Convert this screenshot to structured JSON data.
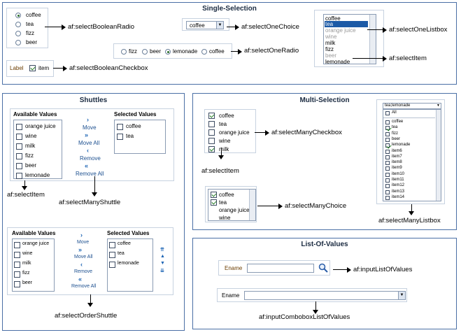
{
  "single": {
    "title": "Single-Selection",
    "radio_options": [
      "coffee",
      "tea",
      "fizz",
      "beer"
    ],
    "radio_caption": "af:selectBooleanRadio",
    "choice_value": "coffee",
    "choice_caption": "af:selectOneChoice",
    "listbox_items": [
      "coffee",
      "tea",
      "orange juice",
      "wine",
      "milk",
      "fizz",
      "beer",
      "lemonade"
    ],
    "listbox_caption": "af:selectOneListbox",
    "item_caption": "af:selectItem",
    "oneradio_options": [
      "fizz",
      "beer",
      "lemonade",
      "coffee"
    ],
    "oneradio_caption": "af:selectOneRadio",
    "checkbox_label": "Label",
    "checkbox_text": "item",
    "checkbox_caption": "af:selectBooleanCheckbox"
  },
  "shuttles": {
    "title": "Shuttles",
    "available_header": "Available Values",
    "selected_header": "Selected Values",
    "available": [
      "orange juice",
      "wine",
      "milk",
      "fizz",
      "beer",
      "lemonade"
    ],
    "selected": [
      "coffee",
      "tea"
    ],
    "buttons": [
      "Move",
      "Move All",
      "Remove",
      "Remove All"
    ],
    "item_caption": "af:selectItem",
    "many_caption": "af:selectManyShuttle",
    "order_available": [
      "orange juice",
      "wine",
      "milk",
      "fizz",
      "beer"
    ],
    "order_selected": [
      "coffee",
      "tea",
      "lemonade"
    ],
    "order_caption": "af:selectOrderShuttle"
  },
  "multi": {
    "title": "Multi-Selection",
    "checkbox_items": [
      "coffee",
      "tea",
      "orange juice",
      "wine",
      "milk"
    ],
    "checkbox_caption": "af:selectManyCheckbox",
    "item_caption": "af:selectItem",
    "choice_items": [
      "coffee",
      "tea",
      "orange juice",
      "wine"
    ],
    "choice_caption": "af:selectManyChoice",
    "listbox_header": "tea;lemonade",
    "listbox_all": "All",
    "listbox_items": [
      "coffee",
      "tea",
      "fizz",
      "beer",
      "lemonade",
      "item6",
      "item7",
      "item8",
      "item9",
      "item10",
      "item11",
      "item12",
      "item13",
      "item14"
    ],
    "listbox_caption": "af:selectManyListbox"
  },
  "lov": {
    "title": "List-Of-Values",
    "field_label": "Ename",
    "lov_caption": "af:inputListOfValues",
    "combo_label": "Ename",
    "combo_caption": "af:inputComboboxListOfValues"
  }
}
